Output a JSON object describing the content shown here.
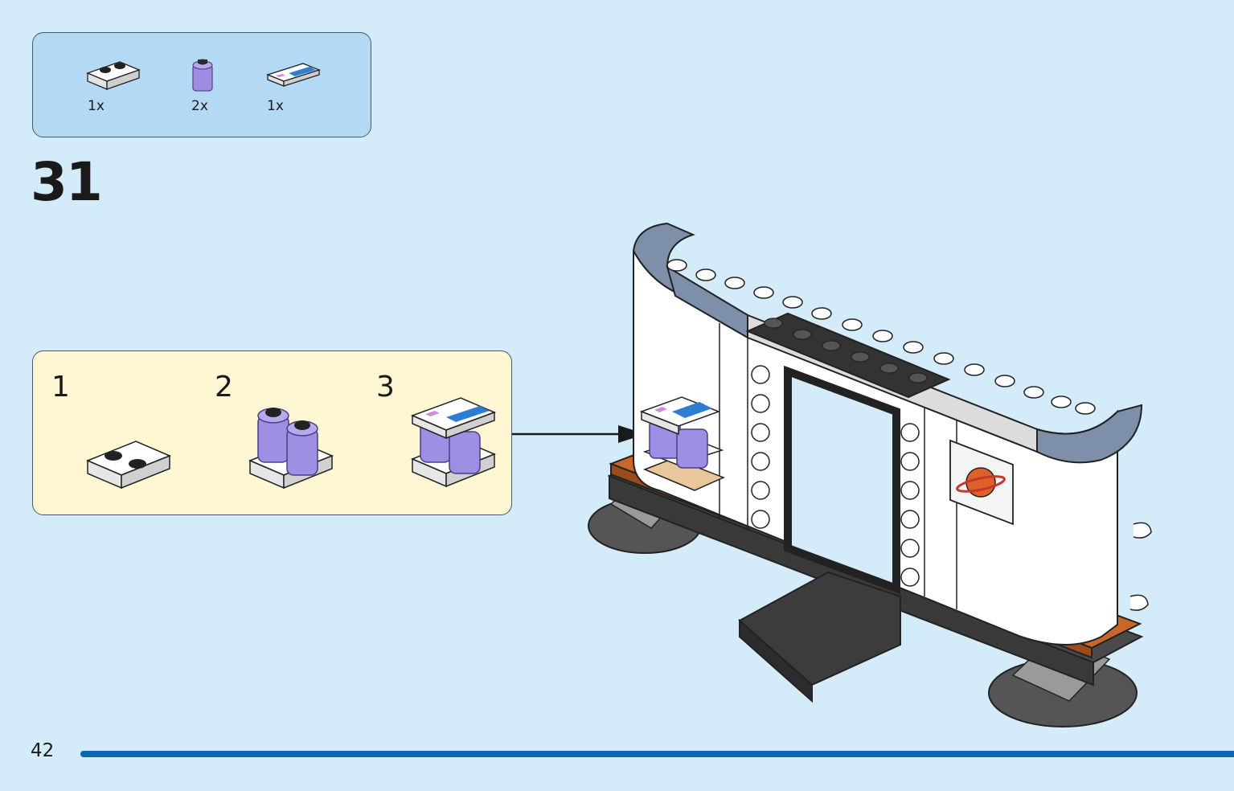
{
  "parts_list": {
    "items": [
      {
        "name": "white 1x2 plate",
        "quantity": "1x"
      },
      {
        "name": "transparent purple round brick",
        "quantity": "2x"
      },
      {
        "name": "printed display tile",
        "quantity": "1x"
      }
    ]
  },
  "step": {
    "number": "31"
  },
  "substeps": [
    {
      "label": "1"
    },
    {
      "label": "2"
    },
    {
      "label": "3"
    }
  ],
  "page": {
    "number": "42"
  },
  "colors": {
    "background": "#d4ebfa",
    "parts_box": "#b3d9f5",
    "substep_box": "#fff6d4",
    "page_bar": "#0d66b3"
  }
}
